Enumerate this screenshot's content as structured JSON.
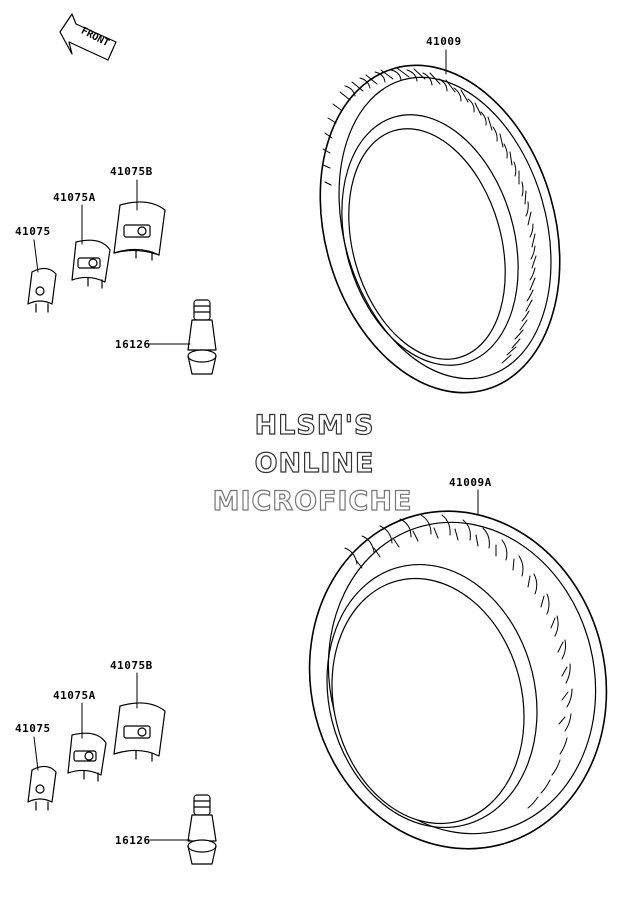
{
  "front_arrow": {
    "label": "FRONT"
  },
  "watermark": {
    "line1": "HLSM'S",
    "line2": "ONLINE",
    "line3": "MICROFICHE"
  },
  "labels": {
    "front_tire": "41009",
    "rear_tire": "41009A",
    "weight_b_top": "41075B",
    "weight_a_top": "41075A",
    "weight_top": "41075",
    "valve_top": "16126",
    "weight_b_bottom": "41075B",
    "weight_a_bottom": "41075A",
    "weight_bottom": "41075",
    "valve_bottom": "16126"
  }
}
